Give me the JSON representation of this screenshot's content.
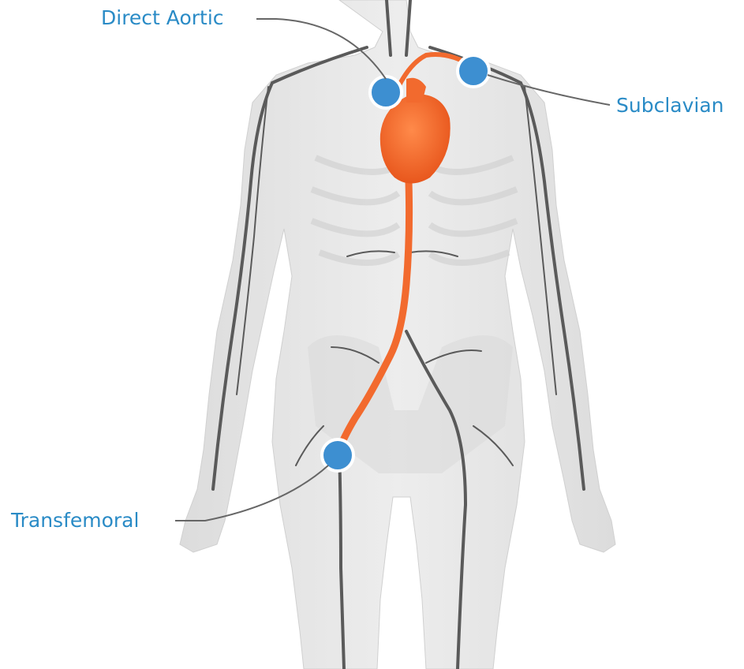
{
  "labels": {
    "direct_aortic": "Direct Aortic",
    "subclavian": "Subclavian",
    "transfemoral": "Transfemoral"
  },
  "colors": {
    "label_text": "#2a8bc6",
    "access_marker": "#3d8fd1",
    "artery_path": "#f26a2e",
    "vessels": "#5a5a5a",
    "body": "#e6e6e6"
  },
  "access_sites": [
    {
      "name": "Direct Aortic",
      "icon": "circle-marker"
    },
    {
      "name": "Subclavian",
      "icon": "circle-marker"
    },
    {
      "name": "Transfemoral",
      "icon": "circle-marker"
    }
  ]
}
